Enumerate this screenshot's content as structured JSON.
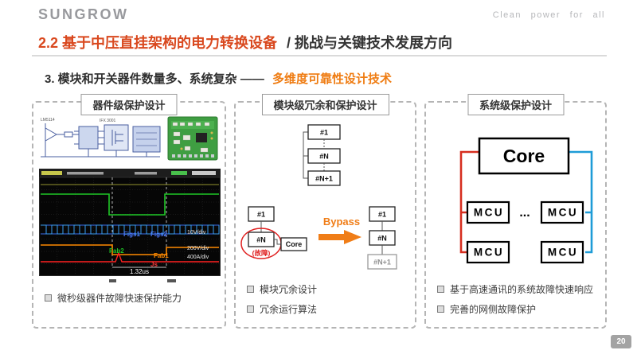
{
  "header": {
    "logo": "SUNGROW",
    "tagline": "Clean power for all"
  },
  "title": {
    "highlight": "2.2 基于中压直挂架构的电力转换设备",
    "rest": "/ 挑战与关键技术发展方向"
  },
  "subtitle": {
    "prefix": "3. 模块和开关器件数量多、系统复杂 ——",
    "accent": "多维度可靠性设计技术"
  },
  "colors": {
    "title_red": "#d9481e",
    "accent_orange": "#ef7c12",
    "bus_red": "#d62e1f",
    "bus_blue": "#1e9cd7"
  },
  "panel1": {
    "title": "器件级保护设计",
    "schematic": {
      "label1": "LM5114",
      "label2": "IFX 3001"
    },
    "scope": {
      "trace_labels": {
        "t1": "Figs1",
        "t2": "Figs2",
        "t3": "Fab2",
        "t4": "Fab1",
        "t5": "Js"
      },
      "scales": {
        "s1": "10V/div",
        "s2": "200V/div",
        "s3": "400A/div"
      },
      "cursor_time": "1.32us"
    },
    "bullets": [
      "微秒级器件故障快速保护能力"
    ]
  },
  "panel2": {
    "title": "模块级冗余和保护设计",
    "top_stack": [
      "#1",
      "#N",
      "#N+1"
    ],
    "left_module1": "#1",
    "left_module2": "#N",
    "fault_label": "(故障)",
    "core_label": "Core",
    "bypass_label": "Bypass",
    "right_stack": [
      "#1",
      "#N",
      "#N+1"
    ],
    "bullets": [
      "模块冗余设计",
      "冗余运行算法"
    ]
  },
  "panel3": {
    "title": "系统级保护设计",
    "core_label": "Core",
    "mcu_label": "MCU",
    "ellipsis": "...",
    "bullets": [
      "基于高速通讯的系统故障快速响应",
      "完善的网侧故障保护"
    ]
  },
  "footer": {
    "page_number": "20"
  }
}
